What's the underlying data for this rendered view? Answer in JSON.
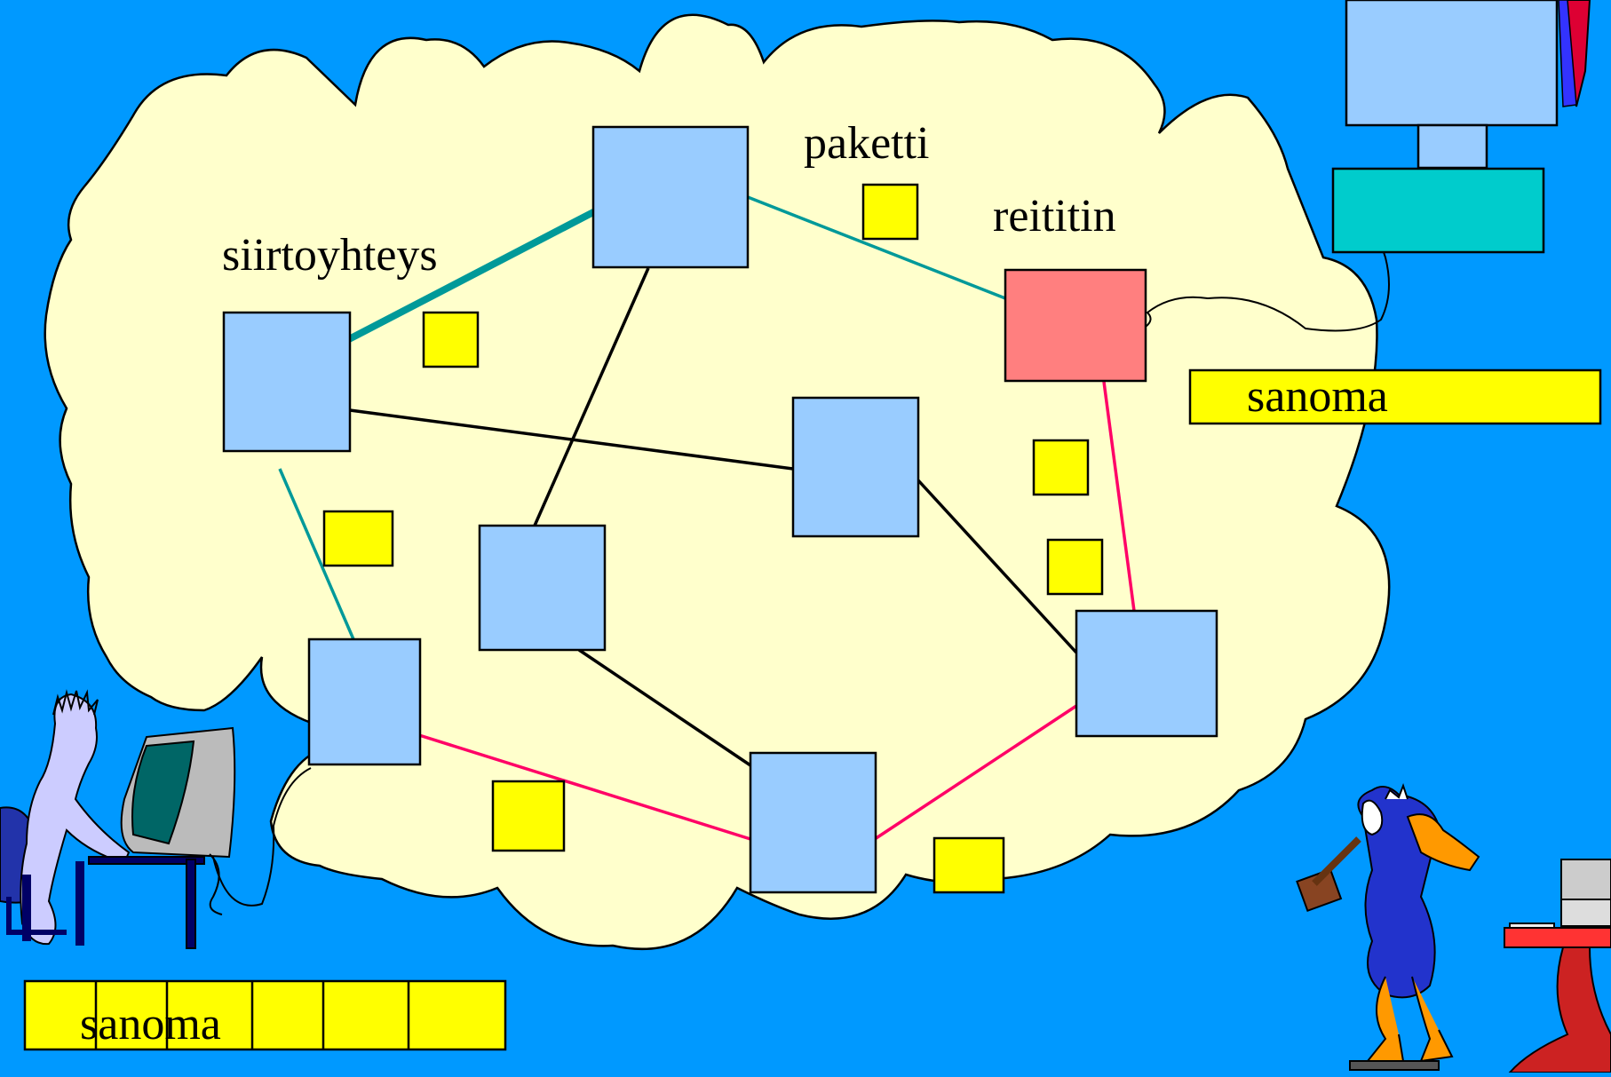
{
  "labels": {
    "link": "siirtoyhteys",
    "packet": "paketti",
    "router": "reititin",
    "message_right": "sanoma",
    "message_left": "sanoma"
  },
  "colors": {
    "background": "#0099ff",
    "cloud": "#ffffcc",
    "node": "#99ccff",
    "router_highlight": "#ff7f7f",
    "packet": "#ffff00",
    "link_default": "#000000",
    "link_teal": "#009999",
    "link_pink": "#ff0066"
  },
  "icons": {
    "sender": "person-at-computer-icon",
    "receiver_computer": "desktop-computer-icon",
    "duck": "cartoon-duck-with-hammer-icon",
    "desk_computer": "computer-on-red-table-icon"
  }
}
